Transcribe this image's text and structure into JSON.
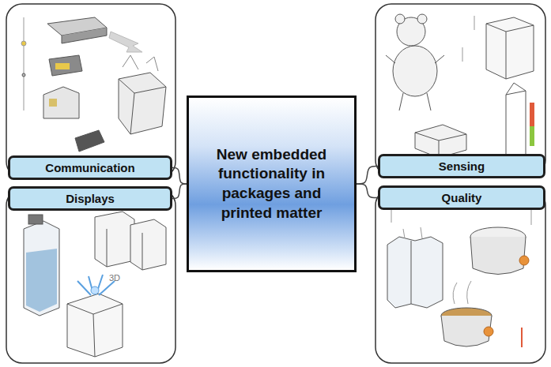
{
  "diagram": {
    "nodes": [
      {
        "text": [
          "Communication"
        ]
      },
      {
        "text": [
          "Displays"
        ]
      },
      {
        "text": [
          "New embedded functionality in packages and printed matter"
        ]
      },
      {
        "text": [
          "Sensing"
        ]
      },
      {
        "text": [
          "Quality"
        ]
      }
    ],
    "edges": [
      {
        "from": 0,
        "to": 2,
        "arrow": "none"
      },
      {
        "from": 1,
        "to": 2,
        "arrow": "none"
      },
      {
        "from": 3,
        "to": 2,
        "arrow": "none"
      },
      {
        "from": 4,
        "to": 2,
        "arrow": "none"
      }
    ],
    "labels": [
      "3D"
    ]
  }
}
